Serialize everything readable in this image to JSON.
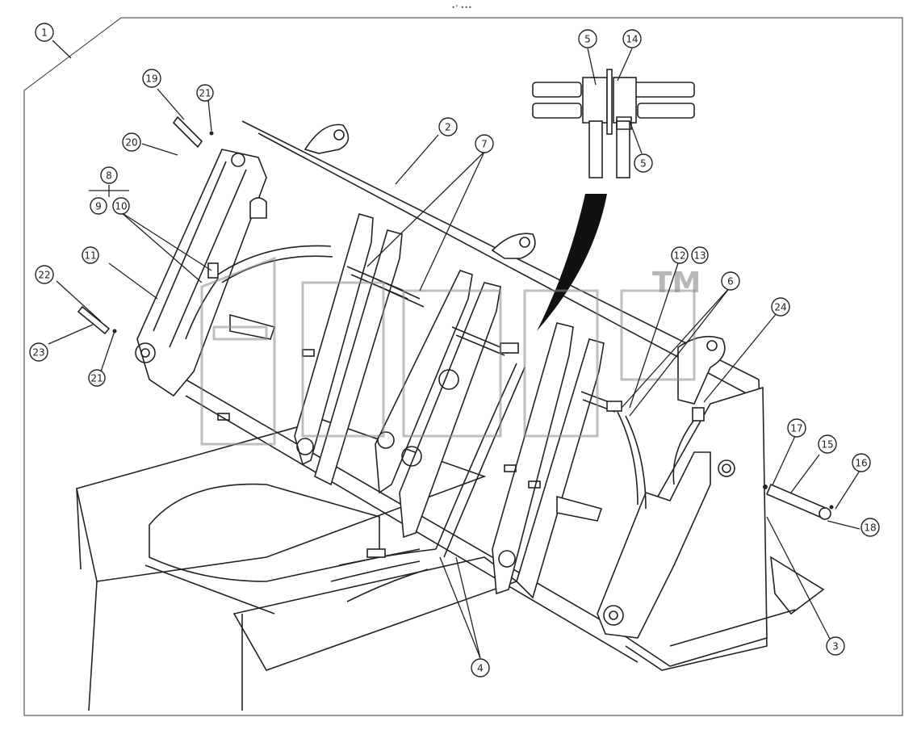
{
  "header_mark": "•° •••",
  "watermark": {
    "text": "эмдр",
    "tm": "TM"
  },
  "callouts": [
    "1",
    "2",
    "3",
    "4",
    "5",
    "5",
    "6",
    "7",
    "8",
    "9",
    "10",
    "11",
    "12",
    "13",
    "14",
    "15",
    "16",
    "17",
    "18",
    "19",
    "20",
    "21",
    "21",
    "22",
    "23",
    "24"
  ]
}
